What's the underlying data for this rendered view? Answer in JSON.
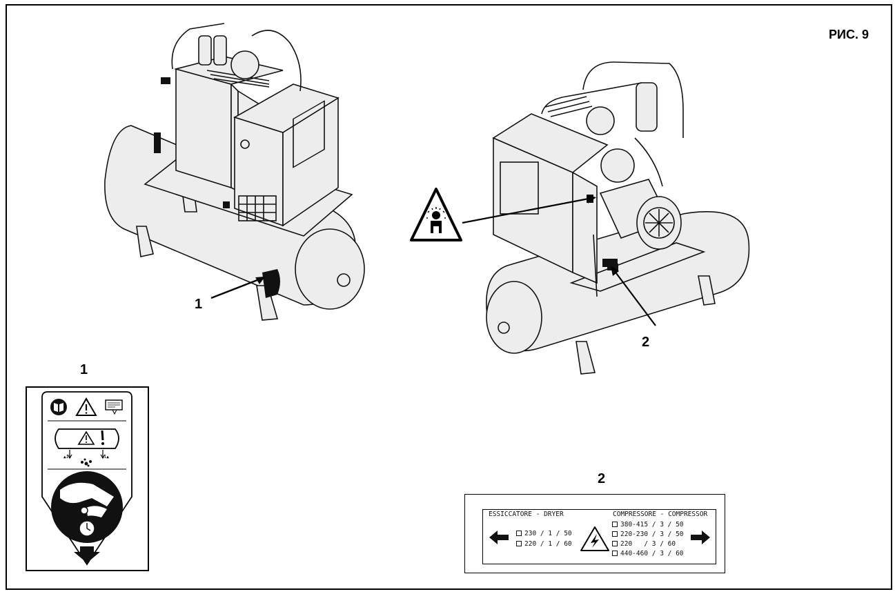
{
  "figure": {
    "title": "РИС. 9"
  },
  "callouts": {
    "left_unit": "1",
    "right_unit": "2",
    "label1_heading": "1",
    "label2_heading": "2"
  },
  "label2": {
    "dryer_heading": "ESSICCATORE - DRYER",
    "compressor_heading": "COMPRESSORE - COMPRESSOR",
    "dryer_options": [
      "230 / 1 / 50",
      "220 / 1 / 60"
    ],
    "compressor_options": [
      "380-415 / 3 / 50",
      "220-230 / 3 / 50",
      "220   / 3 / 60",
      "440-460 / 3 / 60"
    ]
  },
  "icons": [
    "warning-triangle-icon",
    "electric-hazard-icon",
    "arrow-left-icon",
    "arrow-right-icon",
    "arrow-down-icon",
    "manual-icon",
    "pressure-gauge-icon",
    "hot-air-hazard-icon"
  ]
}
